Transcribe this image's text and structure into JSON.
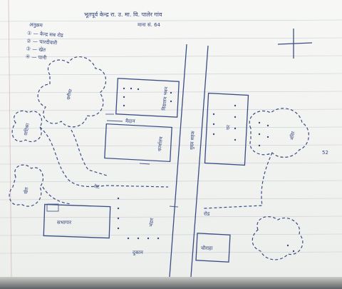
{
  "map": {
    "title": "भूतपूर्व केन्द्र रा. उ. मा. वि. पालेर गांव",
    "subtitle": "माना सं. 64",
    "legend": {
      "heading": "अनुक्रम",
      "items": [
        "① — केन्द्र सब रोड",
        "② — चारदीवारी",
        "③ — खेत",
        "④ — पानी"
      ]
    },
    "labels": {
      "school_block": "विद्यालय भवन",
      "playground": "मैदान",
      "office": "कार्यालय",
      "main_road": "मुख्य सड़क",
      "temple": "मंदिर",
      "field": "खेत",
      "shop": "दुकान",
      "house": "घर",
      "tree_area": "बगीचा",
      "hall": "सभागार",
      "gate": "गेट",
      "road_side": "रोड",
      "store": "भंडार",
      "garden": "वाटिका",
      "crossing": "चौराहा"
    },
    "page_number": "52"
  }
}
